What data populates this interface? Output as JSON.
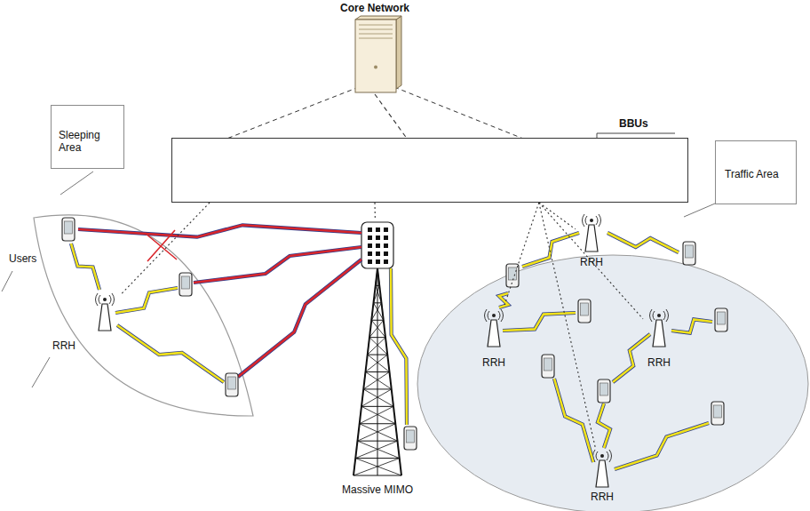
{
  "diagram": {
    "nodes": [
      {
        "text": [
          "Core Network"
        ]
      },
      {
        "text": [
          "Sleeping Area"
        ]
      },
      {
        "text": [
          "BBUs"
        ]
      },
      {
        "text": [
          "Traffic Area"
        ]
      },
      {
        "text": [
          "RRH"
        ]
      },
      {
        "text": [
          "Massive MIMO"
        ]
      },
      {
        "text": [
          "RRH"
        ]
      },
      {
        "text": [
          "RRH"
        ]
      },
      {
        "text": [
          "RRH"
        ]
      },
      {
        "text": [
          "RRH"
        ]
      }
    ],
    "edges": [
      {
        "from": 0,
        "to": 2,
        "arrow": "none"
      },
      {
        "from": 2,
        "to": 4,
        "arrow": "none"
      },
      {
        "from": 2,
        "to": 5,
        "arrow": "none"
      },
      {
        "from": 2,
        "to": 6,
        "arrow": "none"
      },
      {
        "from": 2,
        "to": 7,
        "arrow": "none"
      },
      {
        "from": 2,
        "to": 8,
        "arrow": "none"
      },
      {
        "from": 2,
        "to": 9,
        "arrow": "none"
      }
    ],
    "labels": [
      "Users"
    ]
  }
}
